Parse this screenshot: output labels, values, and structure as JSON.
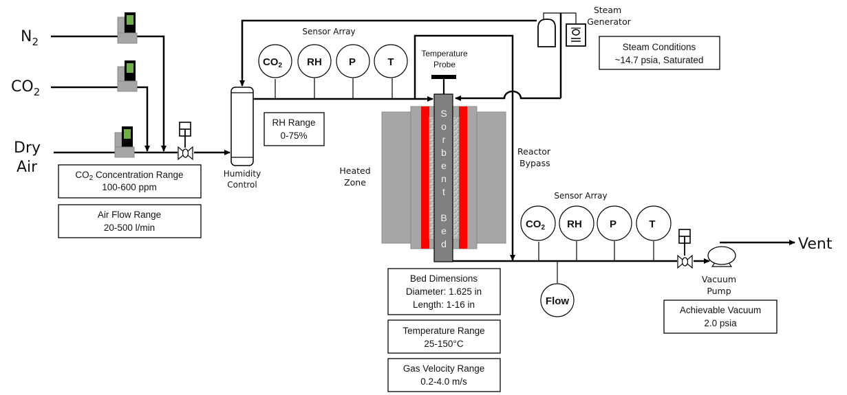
{
  "inlets": {
    "n2": {
      "label": "N",
      "sub": "2"
    },
    "co2": {
      "label": "CO",
      "sub": "2"
    },
    "dry_air": {
      "line1": "Dry",
      "line2": "Air"
    }
  },
  "info_boxes": {
    "co2_concentration": {
      "title_prefix": "CO",
      "title_sub": "2",
      "title_suffix": " Concentration Range",
      "value": "100-600 ppm"
    },
    "air_flow": {
      "title": "Air Flow Range",
      "value": "20-500 l/min"
    },
    "rh_range": {
      "title": "RH Range",
      "value": "0-75%"
    },
    "steam_conditions": {
      "title": "Steam Conditions",
      "value": "~14.7 psia, Saturated"
    },
    "bed_dimensions": {
      "title": "Bed Dimensions",
      "line2": "Diameter: 1.625 in",
      "line3": "Length: 1-16 in"
    },
    "temperature_range": {
      "title": "Temperature Range",
      "value": "25-150°C"
    },
    "gas_velocity": {
      "title": "Gas Velocity Range",
      "value": "0.2-4.0 m/s"
    },
    "achievable_vacuum": {
      "title": "Achievable Vacuum",
      "value": "2.0 psia"
    }
  },
  "labels": {
    "humidity_control": {
      "line1": "Humidity",
      "line2": "Control"
    },
    "sensor_array_top": "Sensor Array",
    "sensor_array_bottom": "Sensor Array",
    "temperature_probe": {
      "line1": "Temperature",
      "line2": "Probe"
    },
    "steam_generator": {
      "line1": "Steam",
      "line2": "Generator"
    },
    "heated_zone": {
      "line1": "Heated",
      "line2": "Zone"
    },
    "reactor_bypass": {
      "line1": "Reactor",
      "line2": "Bypass"
    },
    "vacuum_pump": {
      "line1": "Vacuum",
      "line2": "Pump"
    },
    "vent": "Vent",
    "sorbent_bed_letters": [
      "S",
      "o",
      "r",
      "b",
      "e",
      "n",
      "t",
      "",
      "B",
      "e",
      "d"
    ]
  },
  "sensors": {
    "top": [
      {
        "label": "CO",
        "sub": "2"
      },
      {
        "label": "RH",
        "sub": ""
      },
      {
        "label": "P",
        "sub": ""
      },
      {
        "label": "T",
        "sub": ""
      }
    ],
    "bottom": [
      {
        "label": "CO",
        "sub": "2"
      },
      {
        "label": "RH",
        "sub": ""
      },
      {
        "label": "P",
        "sub": ""
      },
      {
        "label": "T",
        "sub": ""
      }
    ],
    "flow": {
      "label": "Flow"
    }
  },
  "colors": {
    "heater": "#ff0000",
    "furnace": "#a6a6a6",
    "bed_tube": "#808080",
    "mfc_display": "#70ad47",
    "mfc_body": "#a6a6a6"
  }
}
